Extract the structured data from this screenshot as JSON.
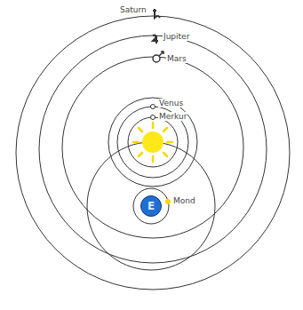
{
  "diagram": {
    "nodes": [
      {
        "text": [
          "E"
        ]
      }
    ],
    "labels": [
      "Saturn",
      "Jupiter",
      "Mars",
      "Venus",
      "Merkur",
      "Mond"
    ]
  }
}
